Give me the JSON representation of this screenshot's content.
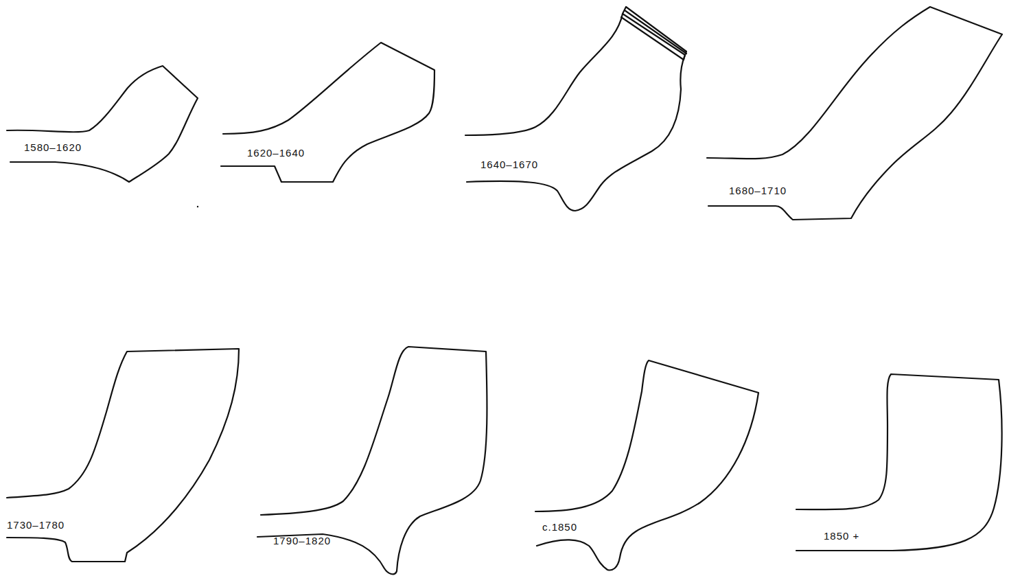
{
  "diagram": {
    "labels": [
      "1580–1620",
      "1620–1640",
      "1640–1670",
      "1680–1710",
      "1730–1780",
      "1790–1820",
      "c.1850",
      "1850 +"
    ]
  }
}
